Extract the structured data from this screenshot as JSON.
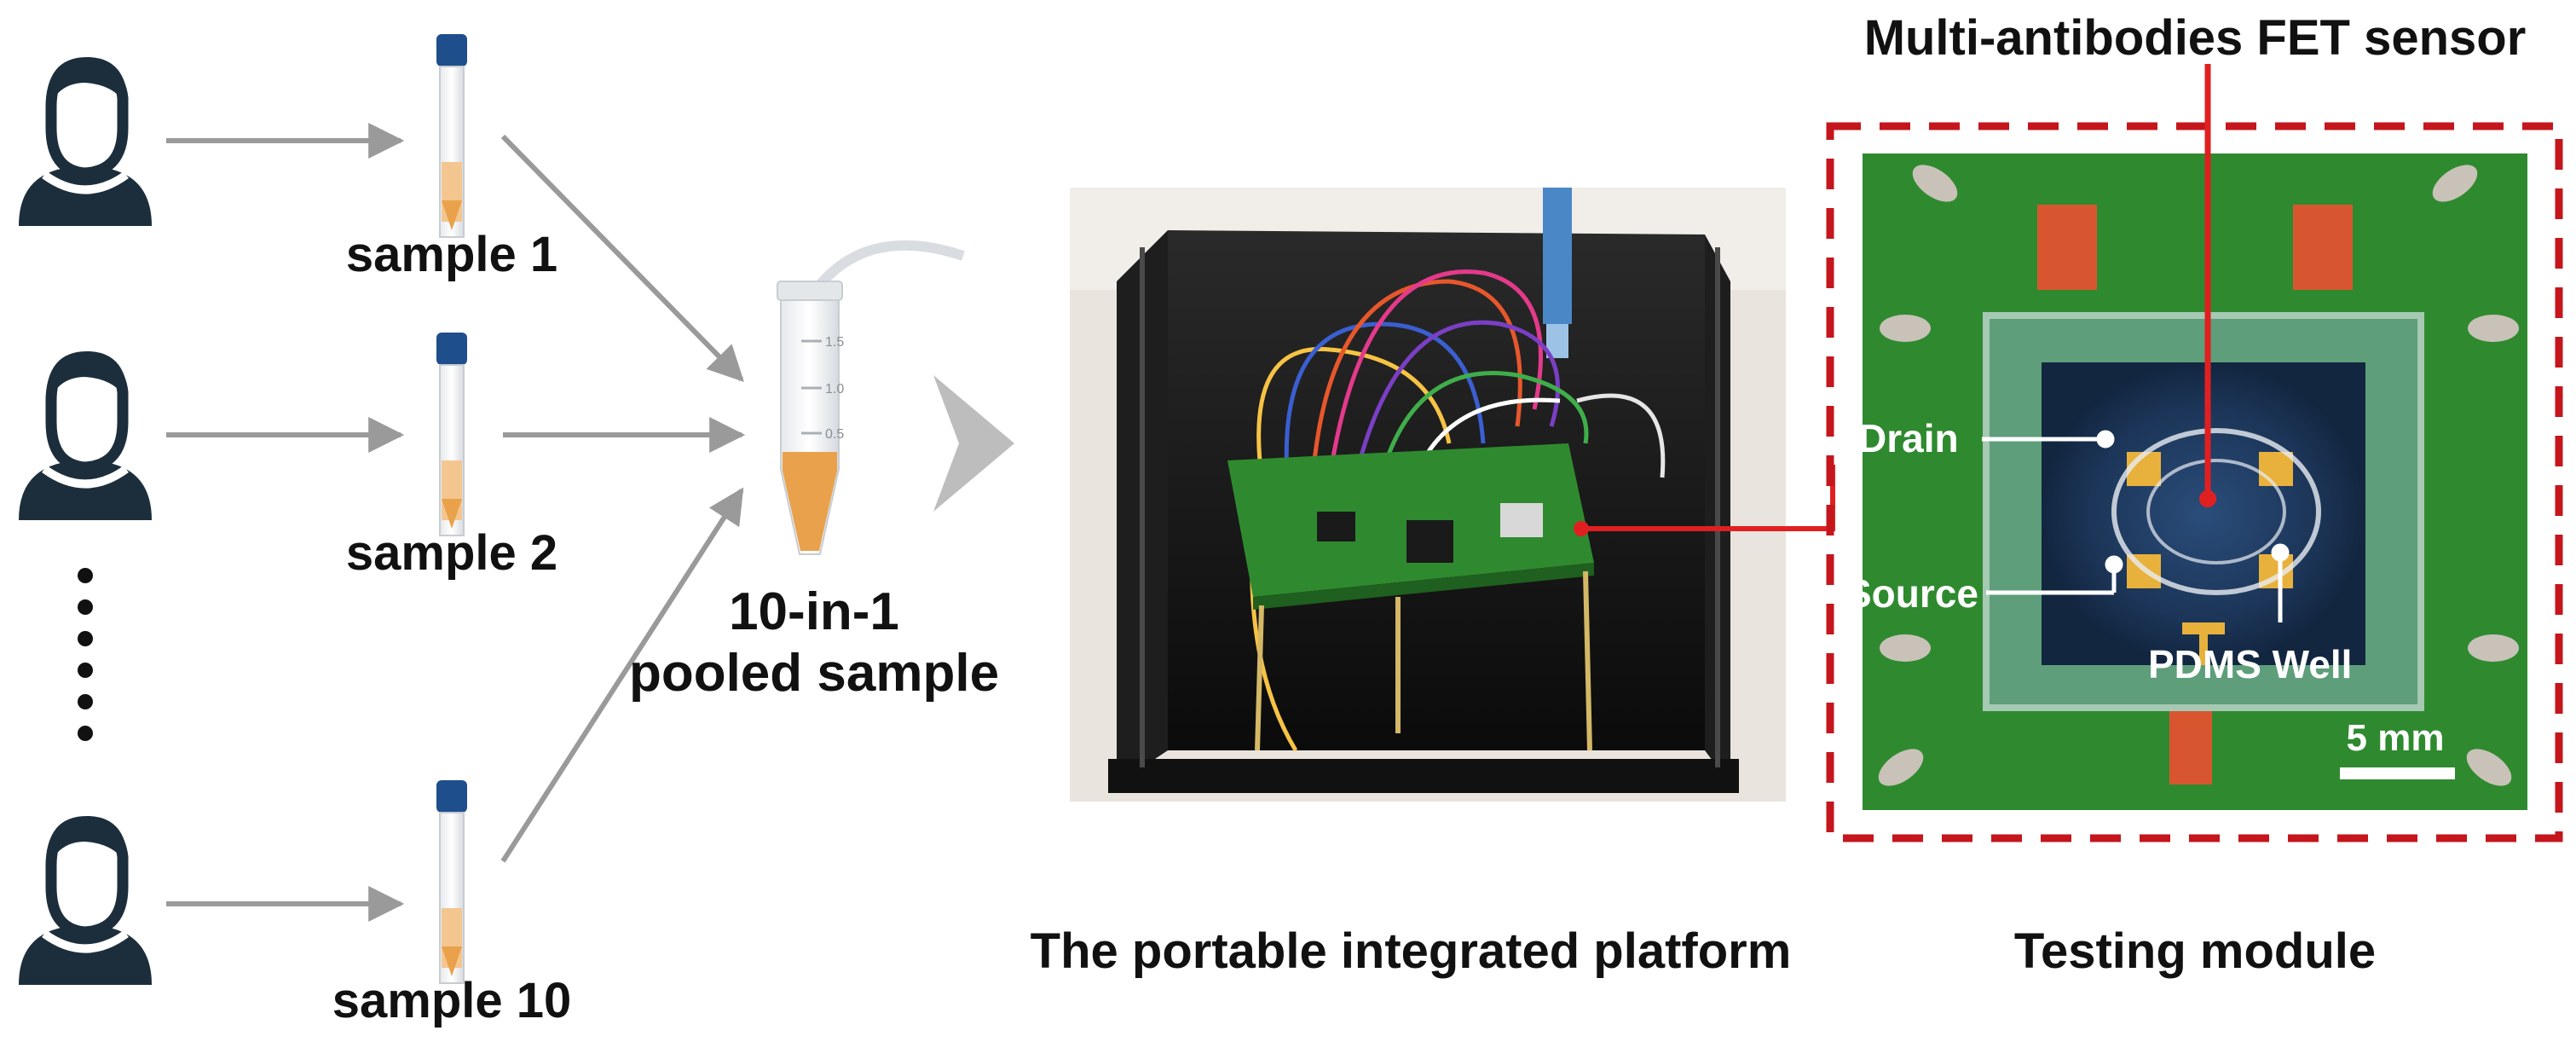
{
  "samples": {
    "labels": [
      "sample 1",
      "sample 2",
      "sample 10"
    ],
    "ellipsis": "•"
  },
  "pooled": {
    "line1": "10-in-1",
    "line2": "pooled sample",
    "tube_marks": [
      "1.5",
      "1.0",
      "0.5"
    ]
  },
  "platform": {
    "caption": "The portable integrated platform"
  },
  "module": {
    "title": "Multi-antibodies FET sensor",
    "caption": "Testing module",
    "drain": "Drain",
    "source": "Source",
    "pdms": "PDMS Well",
    "scale": "5 mm"
  },
  "colors": {
    "person": "#1c2e3c",
    "arrow": "#9a9a9a",
    "cap": "#1f4e8c",
    "liquid": "#e9a24b",
    "pcb": "#2f8a2f",
    "red": "#c4161c",
    "highlight": "#e02020"
  }
}
